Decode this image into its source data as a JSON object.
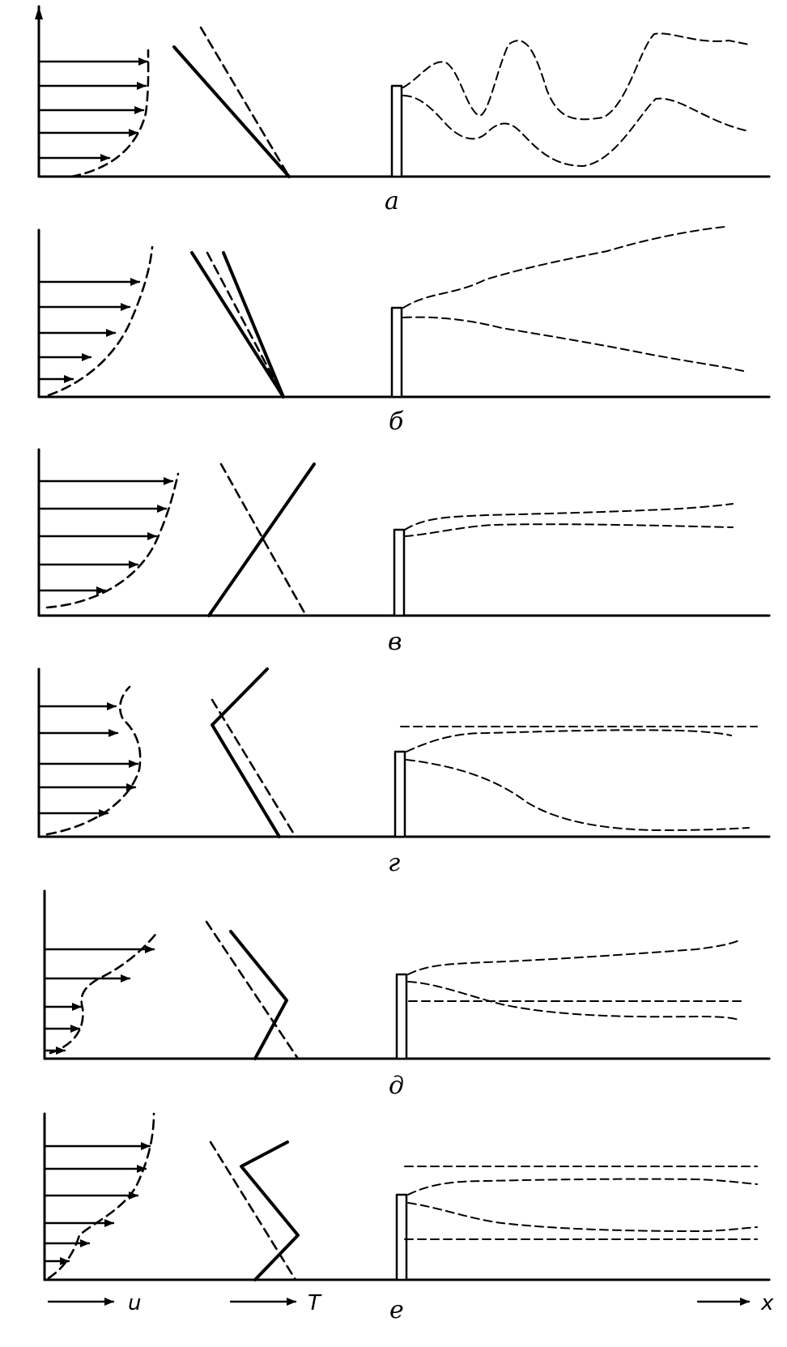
{
  "panels": [
    {
      "label": "а"
    },
    {
      "label": "б"
    },
    {
      "label": "в"
    },
    {
      "label": "г"
    },
    {
      "label": "д"
    },
    {
      "label": "е"
    }
  ],
  "axis_labels": {
    "u": "u",
    "T": "T",
    "x": "x"
  },
  "colors": {
    "ink": "#000000",
    "background": "#ffffff"
  }
}
